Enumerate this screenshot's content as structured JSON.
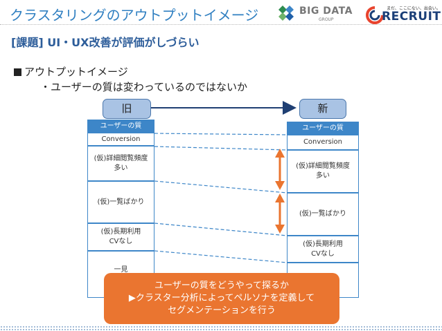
{
  "slide": {
    "title": "クラスタリングのアウトプットイメージ",
    "heading": "[課題] UI・UX改善が評価がしづらい",
    "bullet": "アウトプットイメージ",
    "subbullet": "・ユーザーの質は変わっているのではないか"
  },
  "logos": {
    "bigdata": {
      "text": "BIG DATA",
      "sub": "GROUP"
    },
    "recruit": {
      "tagline": "まだ、ここにない、出会い。",
      "text": "RECRUIT"
    }
  },
  "old_column": {
    "tag": "旧",
    "header": "ユーザーの質",
    "cells": [
      "Conversion",
      "(仮)詳細閲覧頻度\n多い",
      "(仮)一覧ばかり",
      "(仮)長期利用\nCVなし",
      "一見"
    ]
  },
  "new_column": {
    "tag": "新",
    "header": "ユーザーの質",
    "cells": [
      "Conversion",
      "(仮)詳細閲覧頻度\n多い",
      "(仮)一覧ばかり",
      "(仮)長期利用\nCVなし",
      ""
    ]
  },
  "popup": {
    "lines": [
      "ユーザーの質をどうやって探るか",
      "▶クラスター分析によってペルソナを定義して",
      "セグメンテーションを行う"
    ]
  },
  "colors": {
    "title": "#2f7fc1",
    "heading": "#2d5d9a",
    "column_blue": "#3d86c8",
    "tag_fill": "#a9c3e4",
    "arrow_orange": "#ea7530",
    "popup_fill": "#ea7530"
  },
  "icons": [
    "bigdata-logo-icon",
    "recruit-logo-icon",
    "right-arrow-icon",
    "double-arrow-icon"
  ]
}
